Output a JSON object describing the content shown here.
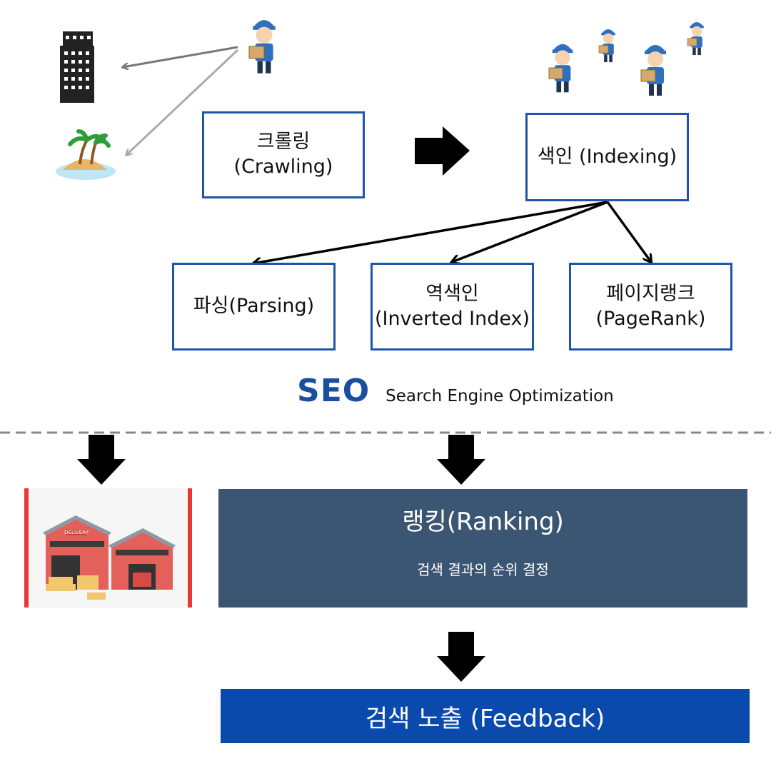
{
  "crawling": {
    "line1": "크롤링",
    "line2": "(Crawling)"
  },
  "indexing": {
    "label": "색인 (Indexing)"
  },
  "parsing": {
    "label": "파싱(Parsing)"
  },
  "inverted_index": {
    "line1": "역색인",
    "line2": "(Inverted Index)"
  },
  "pagerank": {
    "line1": "페이지랭크",
    "line2": "(PageRank)"
  },
  "seo": {
    "title": "SEO",
    "subtitle": "Search Engine Optimization"
  },
  "ranking": {
    "title": "랭킹(Ranking)",
    "subtitle": "검색 결과의 순위 결정"
  },
  "feedback": {
    "label": "검색 노출 (Feedback)"
  },
  "warehouse": {
    "sign": "DELIVERY"
  },
  "icons": [
    "building-icon",
    "island-icon",
    "courier-icon",
    "courier-group-icon",
    "warehouse-icon",
    "down-arrow-icon",
    "right-arrow-icon"
  ],
  "colors": {
    "box_border": "#1f54a8",
    "seo_blue": "#1a4fa0",
    "ranking_bg": "#3b5673",
    "feedback_bg": "#0a4aad",
    "divider": "#888888"
  }
}
